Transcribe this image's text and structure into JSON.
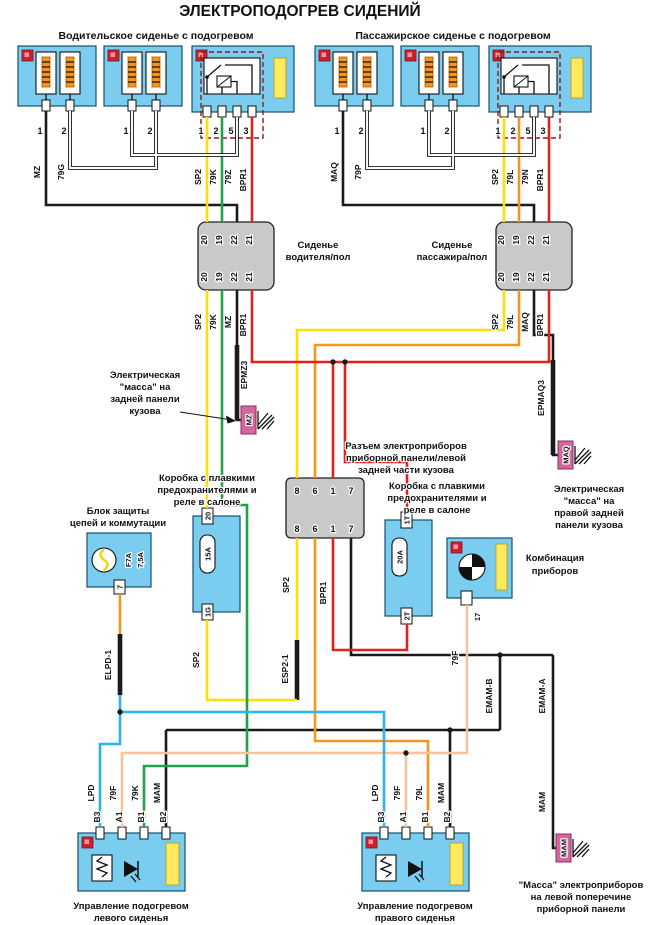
{
  "title": "ЭЛЕКТРОПОДОГРЕВ СИДЕНИЙ",
  "sections": {
    "driver": "Водительское сиденье с подогревом",
    "passenger": "Пассажирское сиденье с подогревом"
  },
  "top_pins": {
    "small": [
      "1",
      "2"
    ],
    "relay": [
      "1",
      "2",
      "5",
      "3"
    ]
  },
  "wires": {
    "top_left": [
      "MZ",
      "79G",
      "SP2",
      "79K",
      "79Z",
      "BPR1"
    ],
    "top_right": [
      "MAQ",
      "79P",
      "SP2",
      "79L",
      "79N",
      "BPR1"
    ],
    "mid_left": [
      "SP2",
      "79K",
      "MZ",
      "BPR1"
    ],
    "mid_right": [
      "SP2",
      "79L",
      "MAQ",
      "BPR1"
    ],
    "center_out": [
      "SP2",
      "BPR1"
    ],
    "cluster_out": "79F",
    "bottom_left": [
      "LPD",
      "79F",
      "79K",
      "MAM"
    ],
    "bottom_right": [
      "LPD",
      "79F",
      "79L",
      "MAM"
    ],
    "splices": {
      "epmz3": "EPMZ3",
      "epmaq3": "EPMAQ3",
      "esp2": "ESP2-1",
      "elpd": "ELPD-1",
      "emam_b": "EMAM-B",
      "emam_a": "EMAM-A",
      "mam": "MAM"
    }
  },
  "seat_conn": {
    "pins": [
      "20",
      "19",
      "22",
      "21"
    ],
    "left": [
      "Сиденье",
      "водителя/пол"
    ],
    "right": [
      "Сиденье",
      "пассажира/пол"
    ]
  },
  "center_conn": {
    "pins": [
      "8",
      "6",
      "1",
      "7"
    ],
    "label": [
      "Разъем электроприборов",
      "приборной панели/левой",
      "задней части кузова"
    ]
  },
  "fusebox_left": {
    "label": [
      "Коробка с плавкими",
      "предохранителями и",
      "реле в салоне"
    ],
    "pin_top": "20",
    "fuse": "15A",
    "pin_bottom": "1G"
  },
  "fusebox_right": {
    "label": [
      "Коробка с плавкими",
      "предохранителями и",
      "реле в салоне"
    ],
    "pin_top": "1T",
    "fuse": "20A",
    "pin_bottom": "2T"
  },
  "protection": {
    "label": [
      "Блок защиты",
      "цепей и коммутации"
    ],
    "fuse_name": "F7A",
    "fuse_rating": "7,5A",
    "pin": "7"
  },
  "cluster": {
    "label": [
      "Комбинация",
      "приборов"
    ],
    "pin": "17"
  },
  "controls": {
    "pins": [
      "B3",
      "A1",
      "B1",
      "B2"
    ],
    "left_label": [
      "Управление подогревом",
      "левого сиденья"
    ],
    "right_label": [
      "Управление подогревом",
      "правого сиденья"
    ]
  },
  "grounds": {
    "mz": {
      "tag": "MZ",
      "note": [
        "Электрическая",
        "\"масса\" на",
        "задней панели",
        "кузова"
      ]
    },
    "maq": {
      "tag": "MAQ",
      "note": [
        "Электрическая",
        "\"масса\" на",
        "правой задней",
        "панели кузова"
      ]
    },
    "mam": {
      "tag": "MAM",
      "note": [
        "\"Масса\" электроприборов",
        "на левой поперечине",
        "приборной панели"
      ]
    }
  },
  "colors": {
    "box_blue": "#7bcdf0",
    "connector_gray": "#c9c9c9",
    "wire_yellow": "#ffdf00",
    "wire_green": "#21a249",
    "wire_red": "#e32119",
    "wire_orange": "#f7941d",
    "wire_salmon": "#f6c39d",
    "wire_lightblue": "#29b5ea",
    "ground_pink": "#d4679f",
    "relay_dashed": "#8b1a1a",
    "marker_red": "#cf2030",
    "strip_yellow": "#ffe95e"
  }
}
